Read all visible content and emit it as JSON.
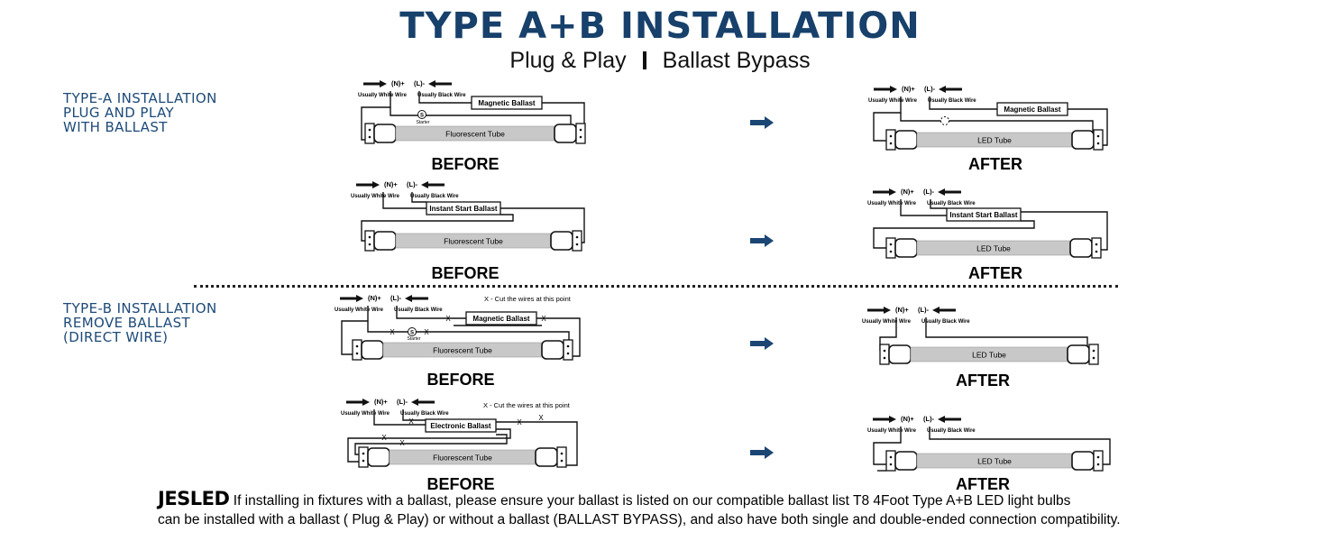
{
  "title": "TYPE A+B INSTALLATION",
  "subtitle": {
    "left": "Plug & Play",
    "right": "Ballast Bypass"
  },
  "sections": {
    "type_a": [
      "TYPE-A INSTALLATION",
      "PLUG AND PLAY",
      "WITH BALLAST"
    ],
    "type_b": [
      "TYPE-B INSTALLATION",
      "REMOVE BALLAST",
      "(DIRECT WIRE)"
    ]
  },
  "labels": {
    "neutral": "(N)+",
    "live": "(L)-",
    "white_wire": "Usually White Wire",
    "black_wire": "Usually Black Wire",
    "magnetic_ballast": "Magnetic Ballast",
    "instant_start_ballast": "Instant Start Ballast",
    "electronic_ballast": "Electronic Ballast",
    "starter_symbol": "S",
    "starter": "Starter",
    "fluorescent_tube": "Fluorescent Tube",
    "led_tube": "LED Tube",
    "cut_note": "X - Cut the wires at this point",
    "cut_mark": "X",
    "before": "BEFORE",
    "after": "AFTER"
  },
  "footer": {
    "brand": "JESLED",
    "line1": "If installing in fixtures with a ballast, please ensure your ballast is listed on our compatible ballast list T8 4Foot Type A+B LED light bulbs",
    "line2": "can be installed with a ballast ( Plug & Play) or without a ballast (BALLAST BYPASS), and also have both single and double-ended connection compatibility."
  },
  "colors": {
    "title": "#17406b",
    "section_label": "#1d4a78",
    "arrow": "#1b4674",
    "tube_fill": "#c8c8c8"
  },
  "icons": {
    "arrow": "right-arrow-icon"
  }
}
